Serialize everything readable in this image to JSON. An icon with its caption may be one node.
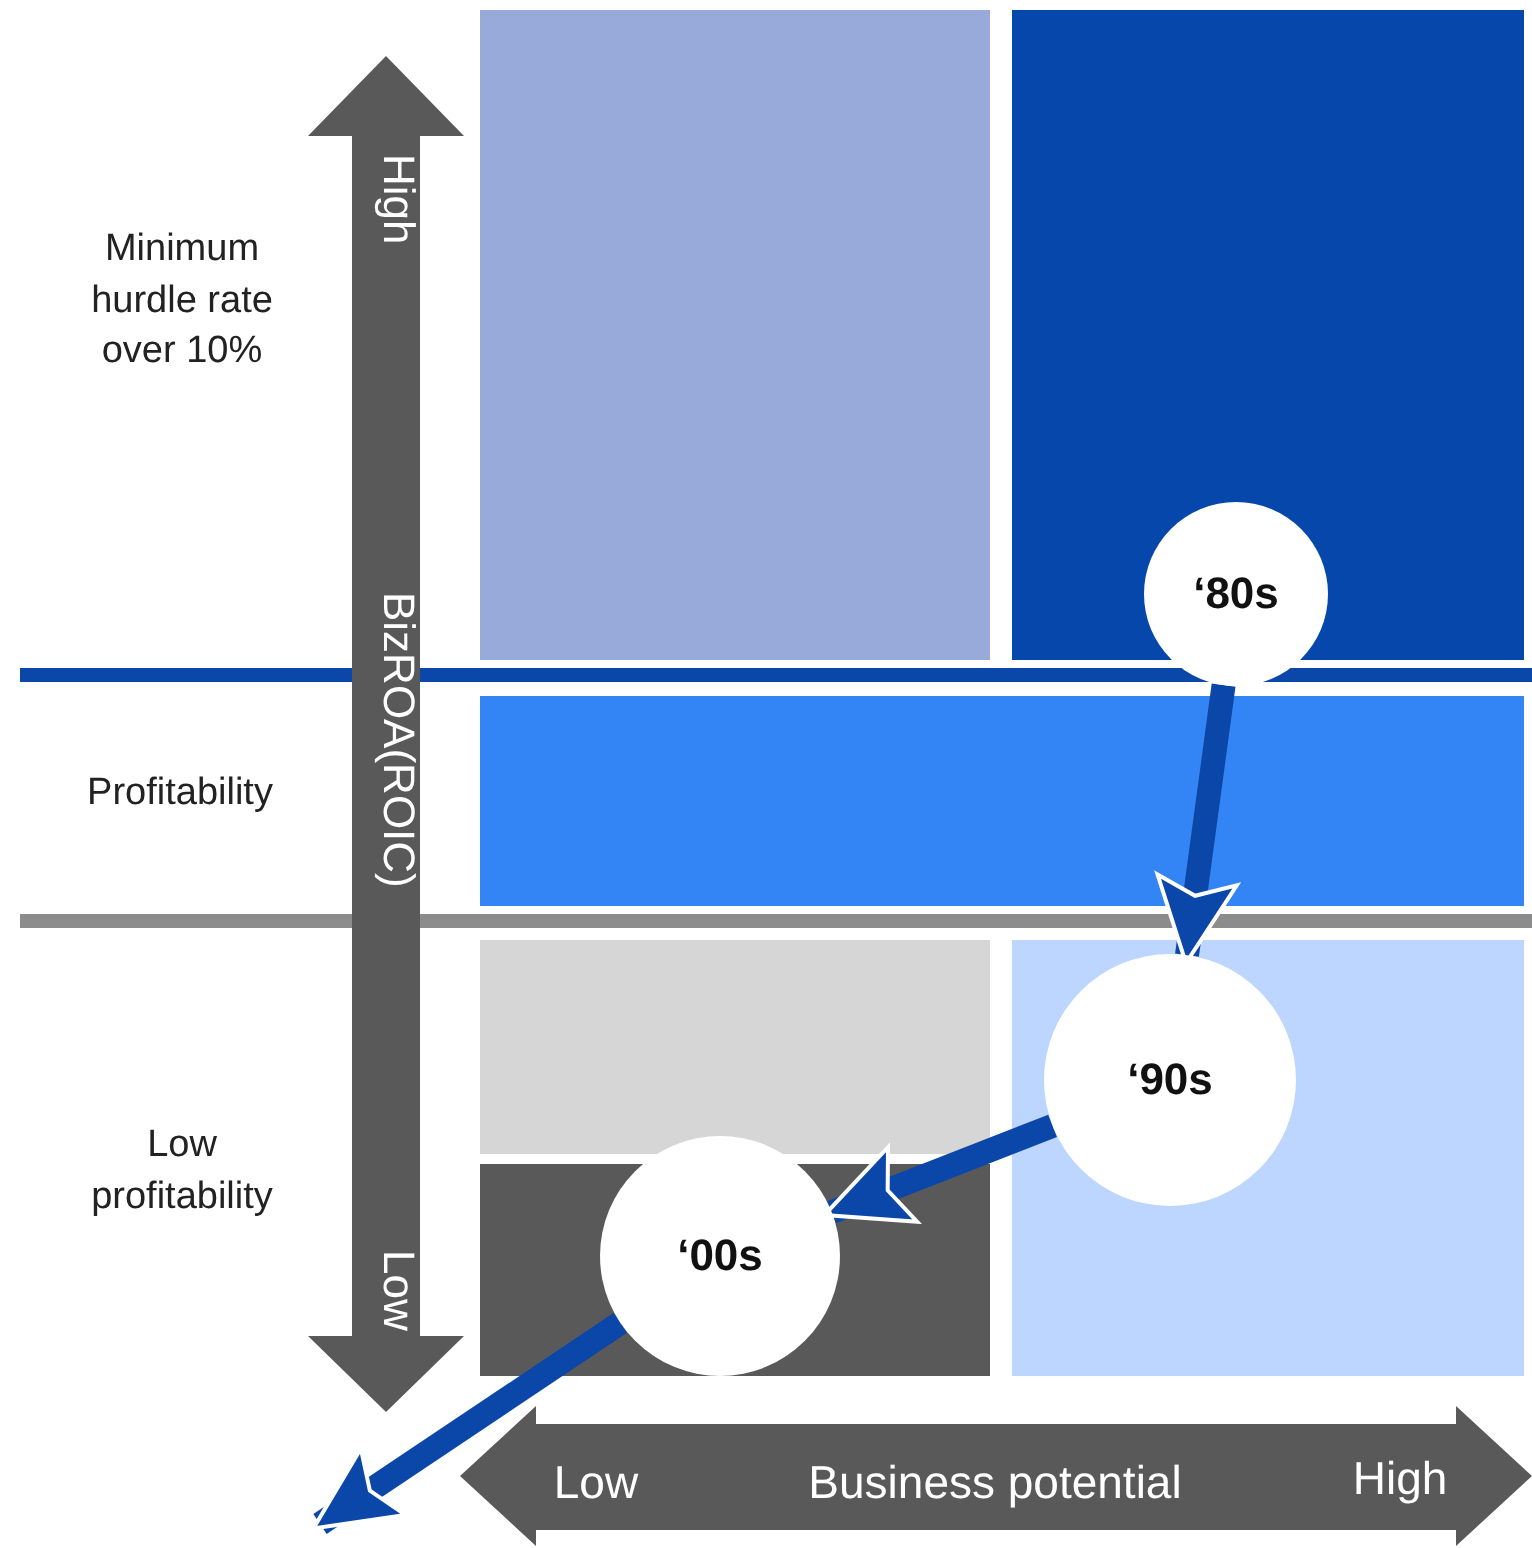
{
  "diagram": {
    "nodes": [
      {
        "text": [
          "‘80s"
        ]
      },
      {
        "text": [
          "‘90s"
        ]
      },
      {
        "text": [
          "‘00s"
        ]
      }
    ],
    "edges": [
      {
        "from": 0,
        "to": 1,
        "arrow": "to"
      },
      {
        "from": 1,
        "to": 2,
        "arrow": "to"
      },
      {
        "from": 2,
        "to": null,
        "arrow": "to"
      }
    ],
    "labels": [
      "High",
      "BizROA(ROIC)",
      "Low",
      "Minimum hurdle rate over 10%",
      "Profitability",
      "Low profitability",
      "Low",
      "Business potential",
      "High"
    ]
  }
}
